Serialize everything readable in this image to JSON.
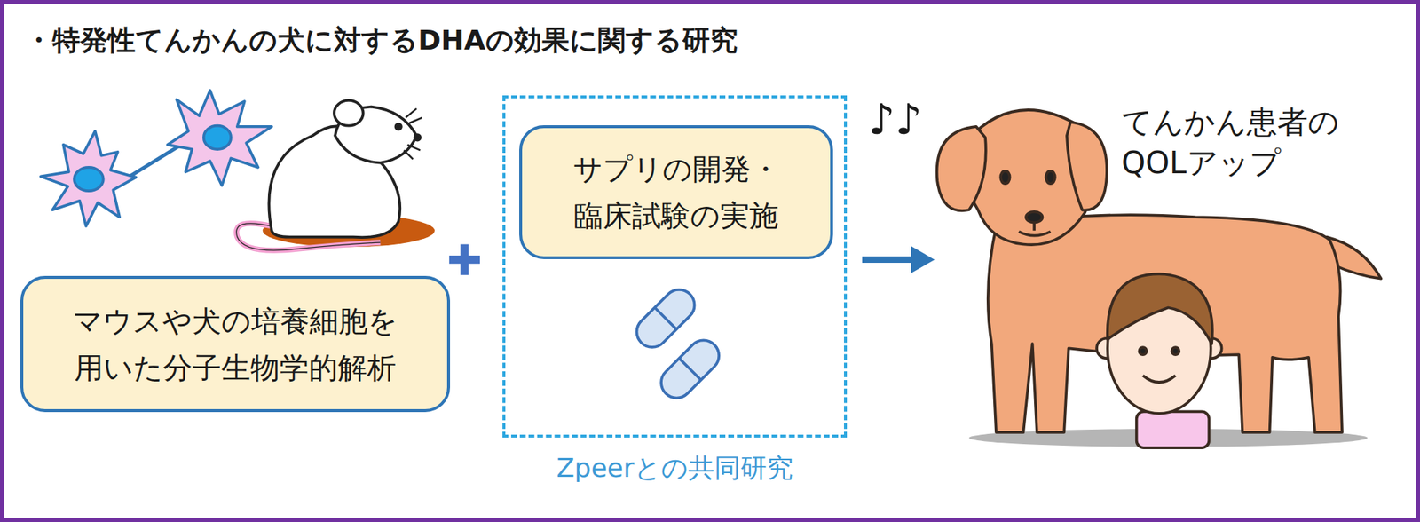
{
  "diagram": {
    "title": "・特発性てんかんの犬に対するDHAの効果に関する研究",
    "nodes": [
      {
        "text": [
          "マウスや犬の培養細胞を 用いた分子生物学的解析"
        ]
      },
      {
        "text": [
          "Zpeerとの共同研究"
        ]
      },
      {
        "text": [
          "サプリの開発・ 臨床試験の実施"
        ],
        "in": 1
      }
    ],
    "labels": [
      "♪♪",
      "てんかん患者の QOLアップ"
    ]
  }
}
